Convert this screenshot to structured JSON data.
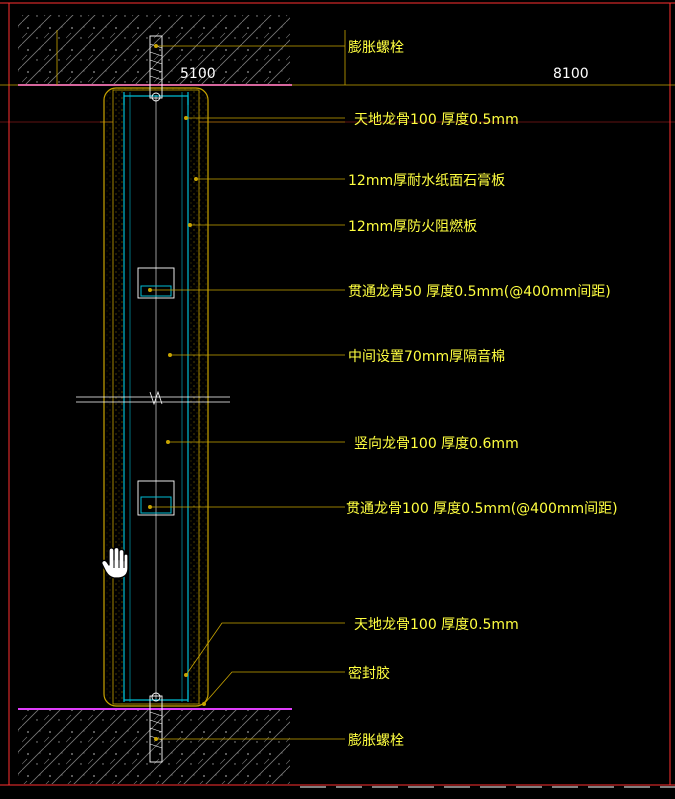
{
  "drawing": {
    "dimensions": [
      "5100",
      "8100"
    ],
    "labels": [
      "膨胀螺栓",
      "天地龙骨100  厚度0.5mm",
      "12mm厚耐水纸面石膏板",
      "12mm厚防火阻燃板",
      "贯通龙骨50  厚度0.5mm(@400mm间距)",
      "中间设置70mm厚隔音棉",
      "竖向龙骨100  厚度0.6mm",
      "贯通龙骨100  厚度0.5mm(@400mm间距)",
      "天地龙骨100  厚度0.5mm",
      "密封胶",
      "膨胀螺栓"
    ],
    "colors": {
      "background": "#000000",
      "leader": "#c8a400",
      "label_text": "#ffff40",
      "dimension_text": "#ffffff",
      "board_outline": "#c8a400",
      "stud": "#00bcd4",
      "floor_line": "#e040fb",
      "frame_line": "#ff3030",
      "hatch": "#8a8a8a"
    },
    "cursor_icon": "hand-pointer-icon"
  }
}
